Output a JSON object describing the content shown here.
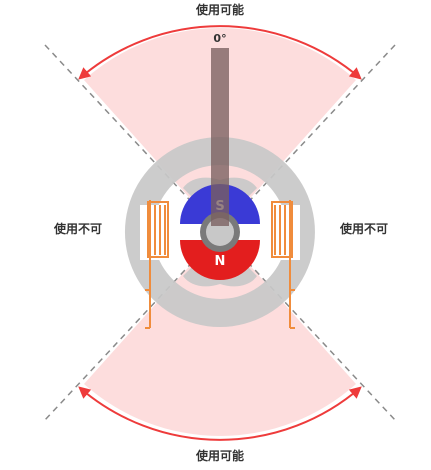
{
  "labels": {
    "usable_top": "使用可能",
    "usable_bottom": "使用可能",
    "unusable_left": "使用不可",
    "unusable_right": "使用不可",
    "angle_zero": "0°",
    "pole_south": "S",
    "pole_north": "N"
  },
  "colors": {
    "usable_zone_fill": "#fdd9d9",
    "arc_arrow": "#ee3b3b",
    "boundary_line": "#8a8a8a",
    "stator_ring": "#c8c8c8",
    "coil": "#f08c3c",
    "pole_south": "#3a3ad6",
    "pole_north": "#e31e1e",
    "pointer": "#7a5f5f"
  },
  "icons": [
    "motor-stator",
    "rotor-magnet",
    "pointer-needle",
    "coil-winding"
  ]
}
